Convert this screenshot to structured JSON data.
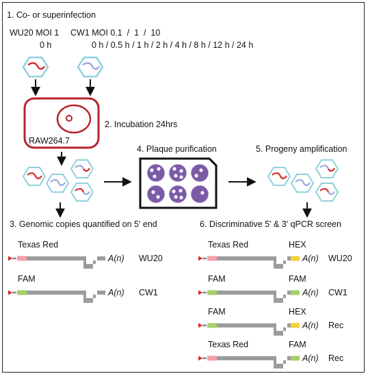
{
  "title": "1. Co- or superinfection",
  "infection": {
    "wu20_label": "WU20 MOI 1",
    "wu20_time": "0 h",
    "cw1_label": "CW1 MOI 0.1  /  1  /  10",
    "cw1_times": "0 h / 0.5 h / 1 h / 2 h / 4 h / 8 h / 12 h / 24 h"
  },
  "cell": {
    "label": "RAW264.7"
  },
  "steps": {
    "incubation": "2. Incubation 24hrs",
    "genomic": "3. Genomic copies quantified on 5' end",
    "plaque": "4. Plaque purification",
    "progeny": "5. Progeny amplification",
    "discriminative": "6. Discriminative 5' & 3' qPCR screen"
  },
  "left_genomes": [
    {
      "probe5": "Texas Red",
      "tail": "A(n)",
      "name": "WU20",
      "color5": "#f4a0a8"
    },
    {
      "probe5": "FAM",
      "tail": "A(n)",
      "name": "CW1",
      "color5": "#a8cf6a"
    }
  ],
  "right_genomes": [
    {
      "probe5": "Texas Red",
      "probe3": "HEX",
      "tail": "A(n)",
      "name": "WU20",
      "color5": "#f4a0a8",
      "color3": "#f2d23a"
    },
    {
      "probe5": "FAM",
      "probe3": "FAM",
      "tail": "A(n)",
      "name": "CW1",
      "color5": "#a8cf6a",
      "color3": "#a8cf6a"
    },
    {
      "probe5": "FAM",
      "probe3": "HEX",
      "tail": "A(n)",
      "name": "Rec",
      "color5": "#a8cf6a",
      "color3": "#f2d23a"
    },
    {
      "probe5": "Texas Red",
      "probe3": "FAM",
      "tail": "A(n)",
      "name": "Rec",
      "color5": "#f4a0a8",
      "color3": "#a8cf6a"
    }
  ],
  "colors": {
    "hexagon": "#8fd0dc",
    "red_rna": "#d62c2c",
    "blue_rna": "#9ca7d9",
    "cell": "#b8232a",
    "plate_well": "#7b5aa6",
    "genome_gray": "#9c9c9c",
    "marker": "#e02424"
  }
}
